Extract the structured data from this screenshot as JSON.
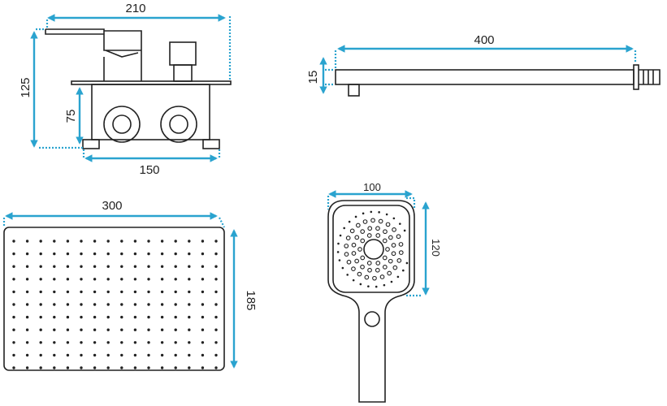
{
  "colors": {
    "dimension": "#2aa3cf",
    "outline": "#222222"
  },
  "mixer": {
    "width_label": "210",
    "height_label": "125",
    "box_height_label": "75",
    "box_width_label": "150"
  },
  "arm": {
    "length_label": "400",
    "diameter_label": "15"
  },
  "overhead_shower": {
    "width_label": "300",
    "depth_label": "185"
  },
  "hand_shower": {
    "width_label": "100",
    "height_label": "120"
  }
}
